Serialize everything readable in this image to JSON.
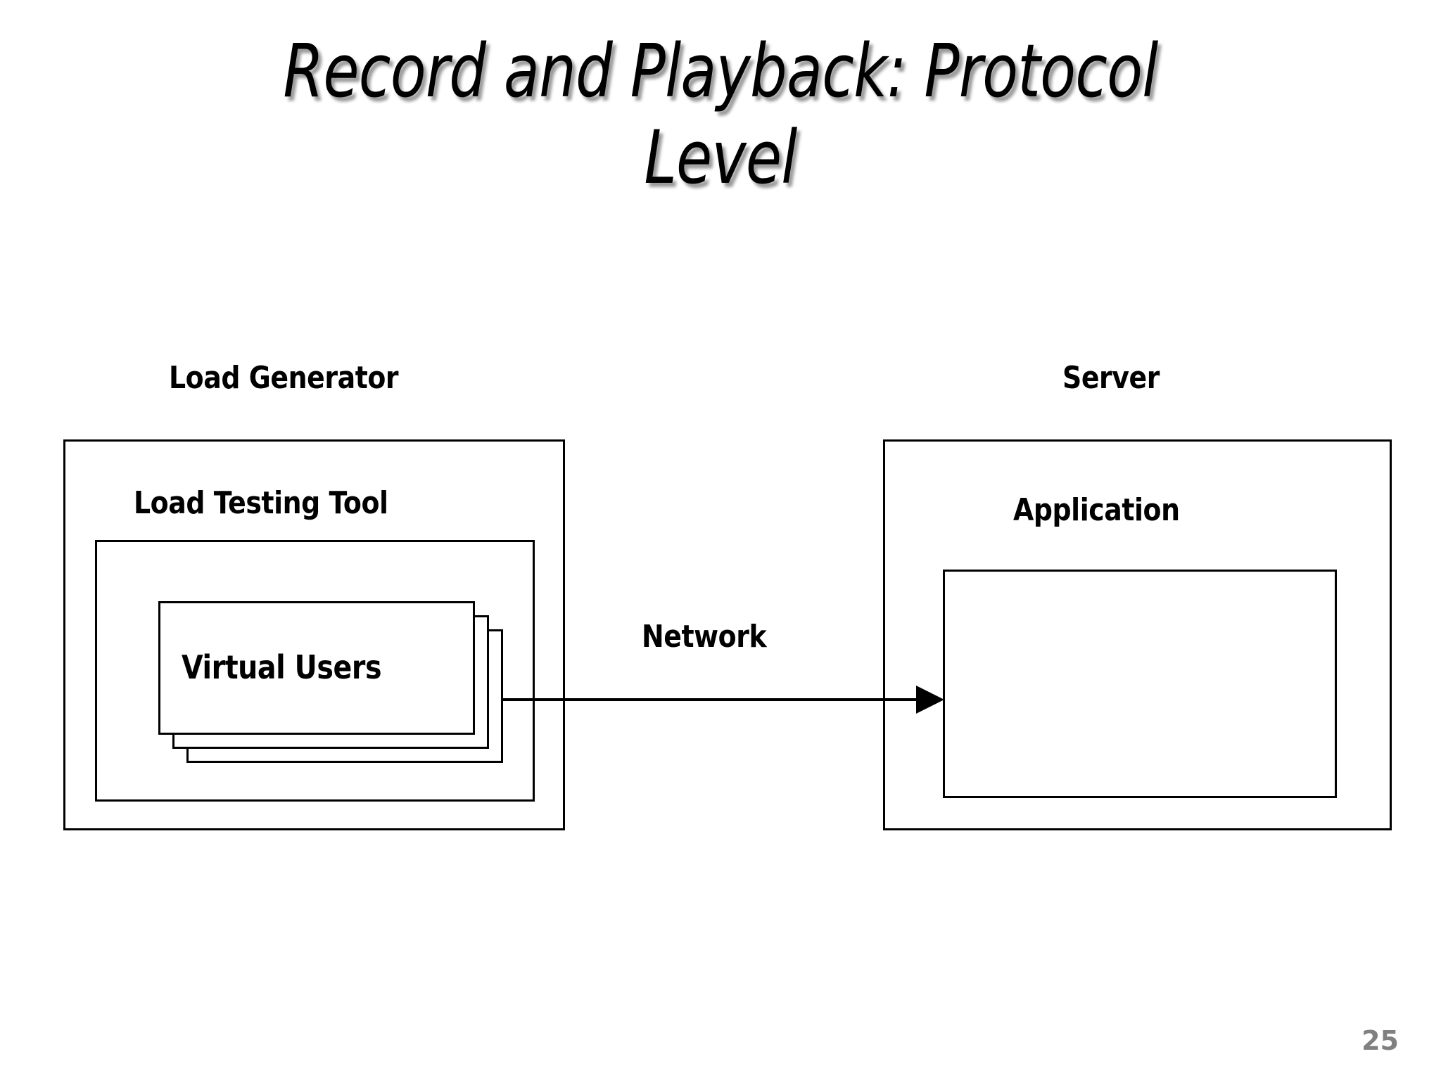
{
  "slide": {
    "title": "Record and Playback: Protocol\nLevel",
    "page_number": "25",
    "background_color": "#ffffff",
    "stroke_color": "#000000",
    "page_number_color": "#808080"
  },
  "diagram": {
    "type": "block-diagram",
    "left_group": {
      "caption": "Load Generator",
      "outer_box_label": "Load Testing Tool",
      "inner_stack_label": "Virtual Users",
      "stack_layers": 3
    },
    "connector": {
      "label": "Network",
      "direction": "left-to-right",
      "from": "Virtual Users",
      "to": "Application",
      "arrowhead": "filled-triangle"
    },
    "right_group": {
      "caption": "Server",
      "outer_box_label": "Application",
      "inner_box_label": ""
    }
  }
}
